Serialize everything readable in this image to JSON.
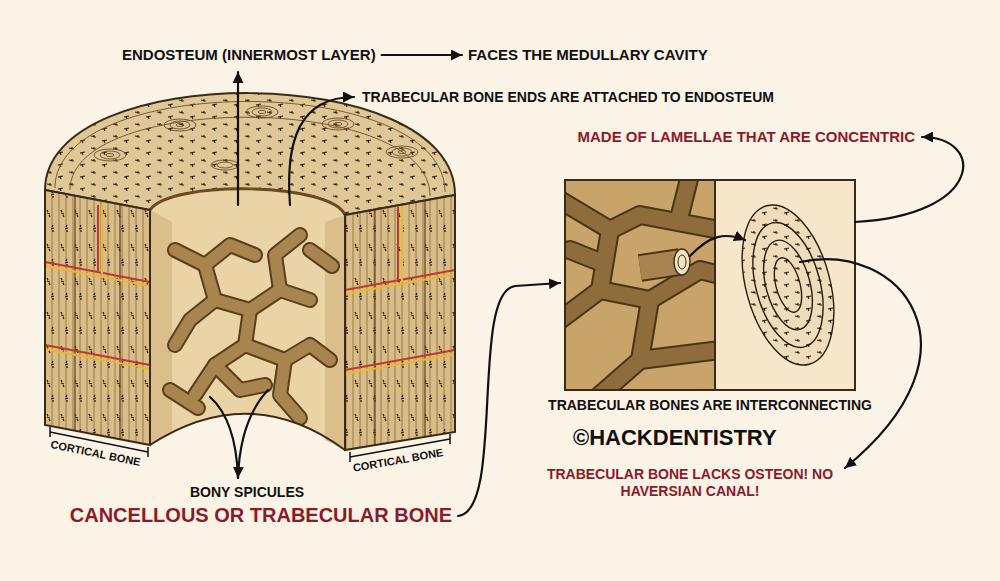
{
  "diagram": {
    "nodes": [
      {
        "text": [
          "ENDOSTEUM (INNERMOST LAYER)"
        ]
      },
      {
        "text": [
          "FACES THE MEDULLARY CAVITY"
        ]
      }
    ],
    "edges": [
      {
        "from": 0,
        "to": 1,
        "arrow": "to"
      }
    ],
    "labels": [
      "TRABECULAR BONE ENDS ARE ATTACHED TO ENDOSTEUM",
      "MADE OF LAMELLAE THAT ARE CONCENTRIC",
      "CORTICAL BONE",
      "CORTICAL BONE",
      "BONY SPICULES",
      "CANCELLOUS OR TRABECULAR BONE",
      "TRABECULAR BONES ARE INTERCONNECTING",
      "©HACKDENTISTRY",
      "TRABECULAR BONE LACKS OSTEON! NO HAVERSIAN CANAL!"
    ]
  }
}
